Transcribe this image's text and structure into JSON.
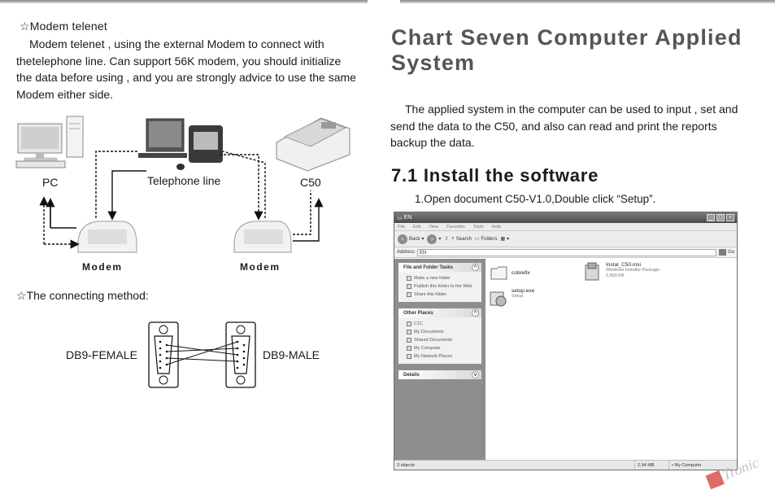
{
  "left": {
    "modem_title": "☆Modem telenet",
    "modem_para": "Modem telenet , using the external Modem to connect with thetelephone line. Can support 56K modem, you should initialize the data before using , and you are strongly advice to use the same Modem either side.",
    "diagram": {
      "pc": "PC",
      "telephone_line": "Telephone line",
      "c50": "C50",
      "modem_left": "Modem",
      "modem_right": "Modem"
    },
    "connecting_title": "☆The connecting method:",
    "db9_female": "DB9-FEMALE",
    "db9_male": "DB9-MALE"
  },
  "right": {
    "chapter_title": "Chart Seven Computer Applied System",
    "applied_para": "The applied system in the computer can be used to input , set and send the data to the C50, and also can read and  print the reports backup the data.",
    "section_title": "7.1 Install the software",
    "step1": "1.Open document C50-V1.0,Double click “Setup”.",
    "explorer": {
      "title": "EN",
      "menu": [
        "File",
        "Edit",
        "View",
        "Favorites",
        "Tools",
        "Help"
      ],
      "back": "Back",
      "search": "Search",
      "folders": "Folders",
      "address_label": "Address",
      "address_value": "EN",
      "go": "Go",
      "file_tasks_title": "File and Folder Tasks",
      "file_tasks": [
        "Make a new folder",
        "Publish this folder to the Web",
        "Share this folder"
      ],
      "other_places_title": "Other Places",
      "other_places": [
        "C1C",
        "My Documents",
        "Shared Documents",
        "My Computer",
        "My Network Places"
      ],
      "details_title": "Details",
      "files": [
        {
          "name": "cobrefix",
          "sub": ""
        },
        {
          "name": "Instal_C50.msi",
          "sub": "Windows Installer Package\n2,600 KB"
        },
        {
          "name": "setup.exe",
          "sub": "Setup"
        }
      ],
      "status_objects": "3 objects",
      "status_size": "2.94 MB",
      "status_location": "My Computer"
    },
    "watermark": "Tronic"
  }
}
